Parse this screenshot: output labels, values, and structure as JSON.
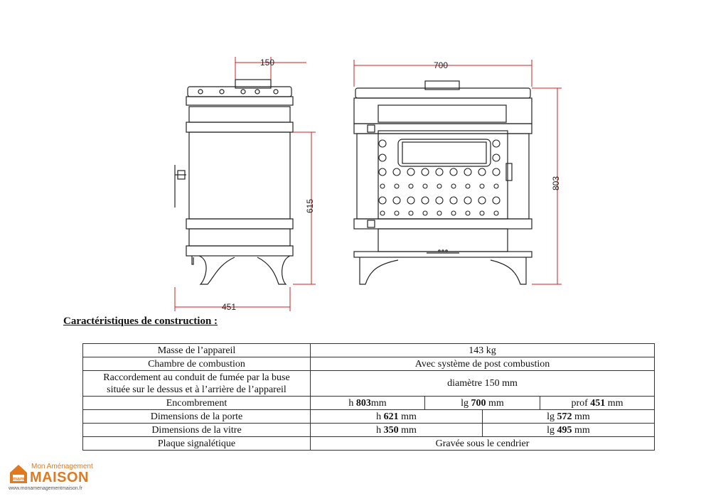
{
  "drawing": {
    "dimensions": {
      "side_top_width": "150",
      "front_width": "700",
      "side_height": "615",
      "total_height": "803",
      "depth": "451"
    }
  },
  "heading": "Caractéristiques de construction :",
  "specs": {
    "mass_label": "Masse de l’appareil",
    "mass_value": "143 kg",
    "chamber_label": "Chambre de combustion",
    "chamber_value": "Avec système de post combustion",
    "flue_label_line1": "Raccordement au conduit de fumée par la buse",
    "flue_label_line2": "située sur le dessus et à l’arrière de l’appareil",
    "flue_value": "diamètre 150 mm",
    "size_label": "Encombrement",
    "size_h_prefix": "h ",
    "size_h_value": "803",
    "size_h_unit": "mm",
    "size_lg_prefix": "lg ",
    "size_lg_value": "700",
    "size_lg_unit": " mm",
    "size_prof_prefix": "prof ",
    "size_prof_value": "451",
    "size_prof_unit": " mm",
    "door_label": "Dimensions de la porte",
    "door_h_prefix": "h ",
    "door_h_value": "621",
    "door_h_unit": " mm",
    "door_lg_prefix": "lg ",
    "door_lg_value": "572",
    "door_lg_unit": " mm",
    "glass_label": "Dimensions de la vitre",
    "glass_h_prefix": "h ",
    "glass_h_value": "350",
    "glass_h_unit": " mm",
    "glass_lg_prefix": "lg ",
    "glass_lg_value": "495",
    "glass_lg_unit": " mm",
    "plate_label": "Plaque signalétique",
    "plate_value": "Gravée sous le cendrier"
  },
  "logo": {
    "top": "Mon Aménagement",
    "main": "MAISON",
    "url": "www.monamenagementmaison.fr",
    "color": "#e07a1f"
  }
}
